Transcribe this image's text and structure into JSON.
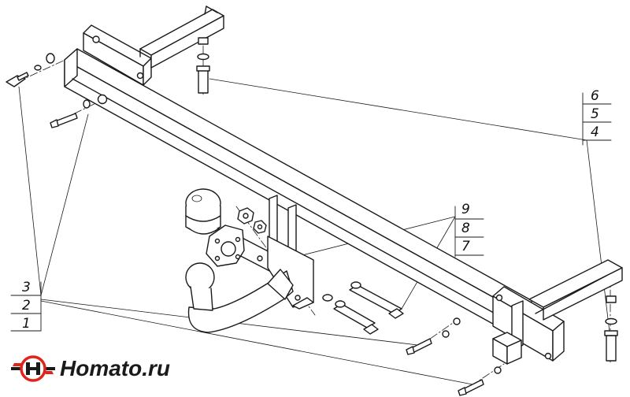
{
  "diagram": {
    "callouts_left": [
      "3",
      "2",
      "1"
    ],
    "callouts_right_top": [
      "6",
      "5",
      "4"
    ],
    "callouts_right_mid": [
      "9",
      "8",
      "7"
    ],
    "stroke_color": "#1a1a1a",
    "fill_color": "#ffffff"
  },
  "logo": {
    "text": "Homato.ru",
    "accent_color": "#e2231a",
    "dark_color": "#1a1a1a",
    "icon": "homato-logo-icon"
  }
}
